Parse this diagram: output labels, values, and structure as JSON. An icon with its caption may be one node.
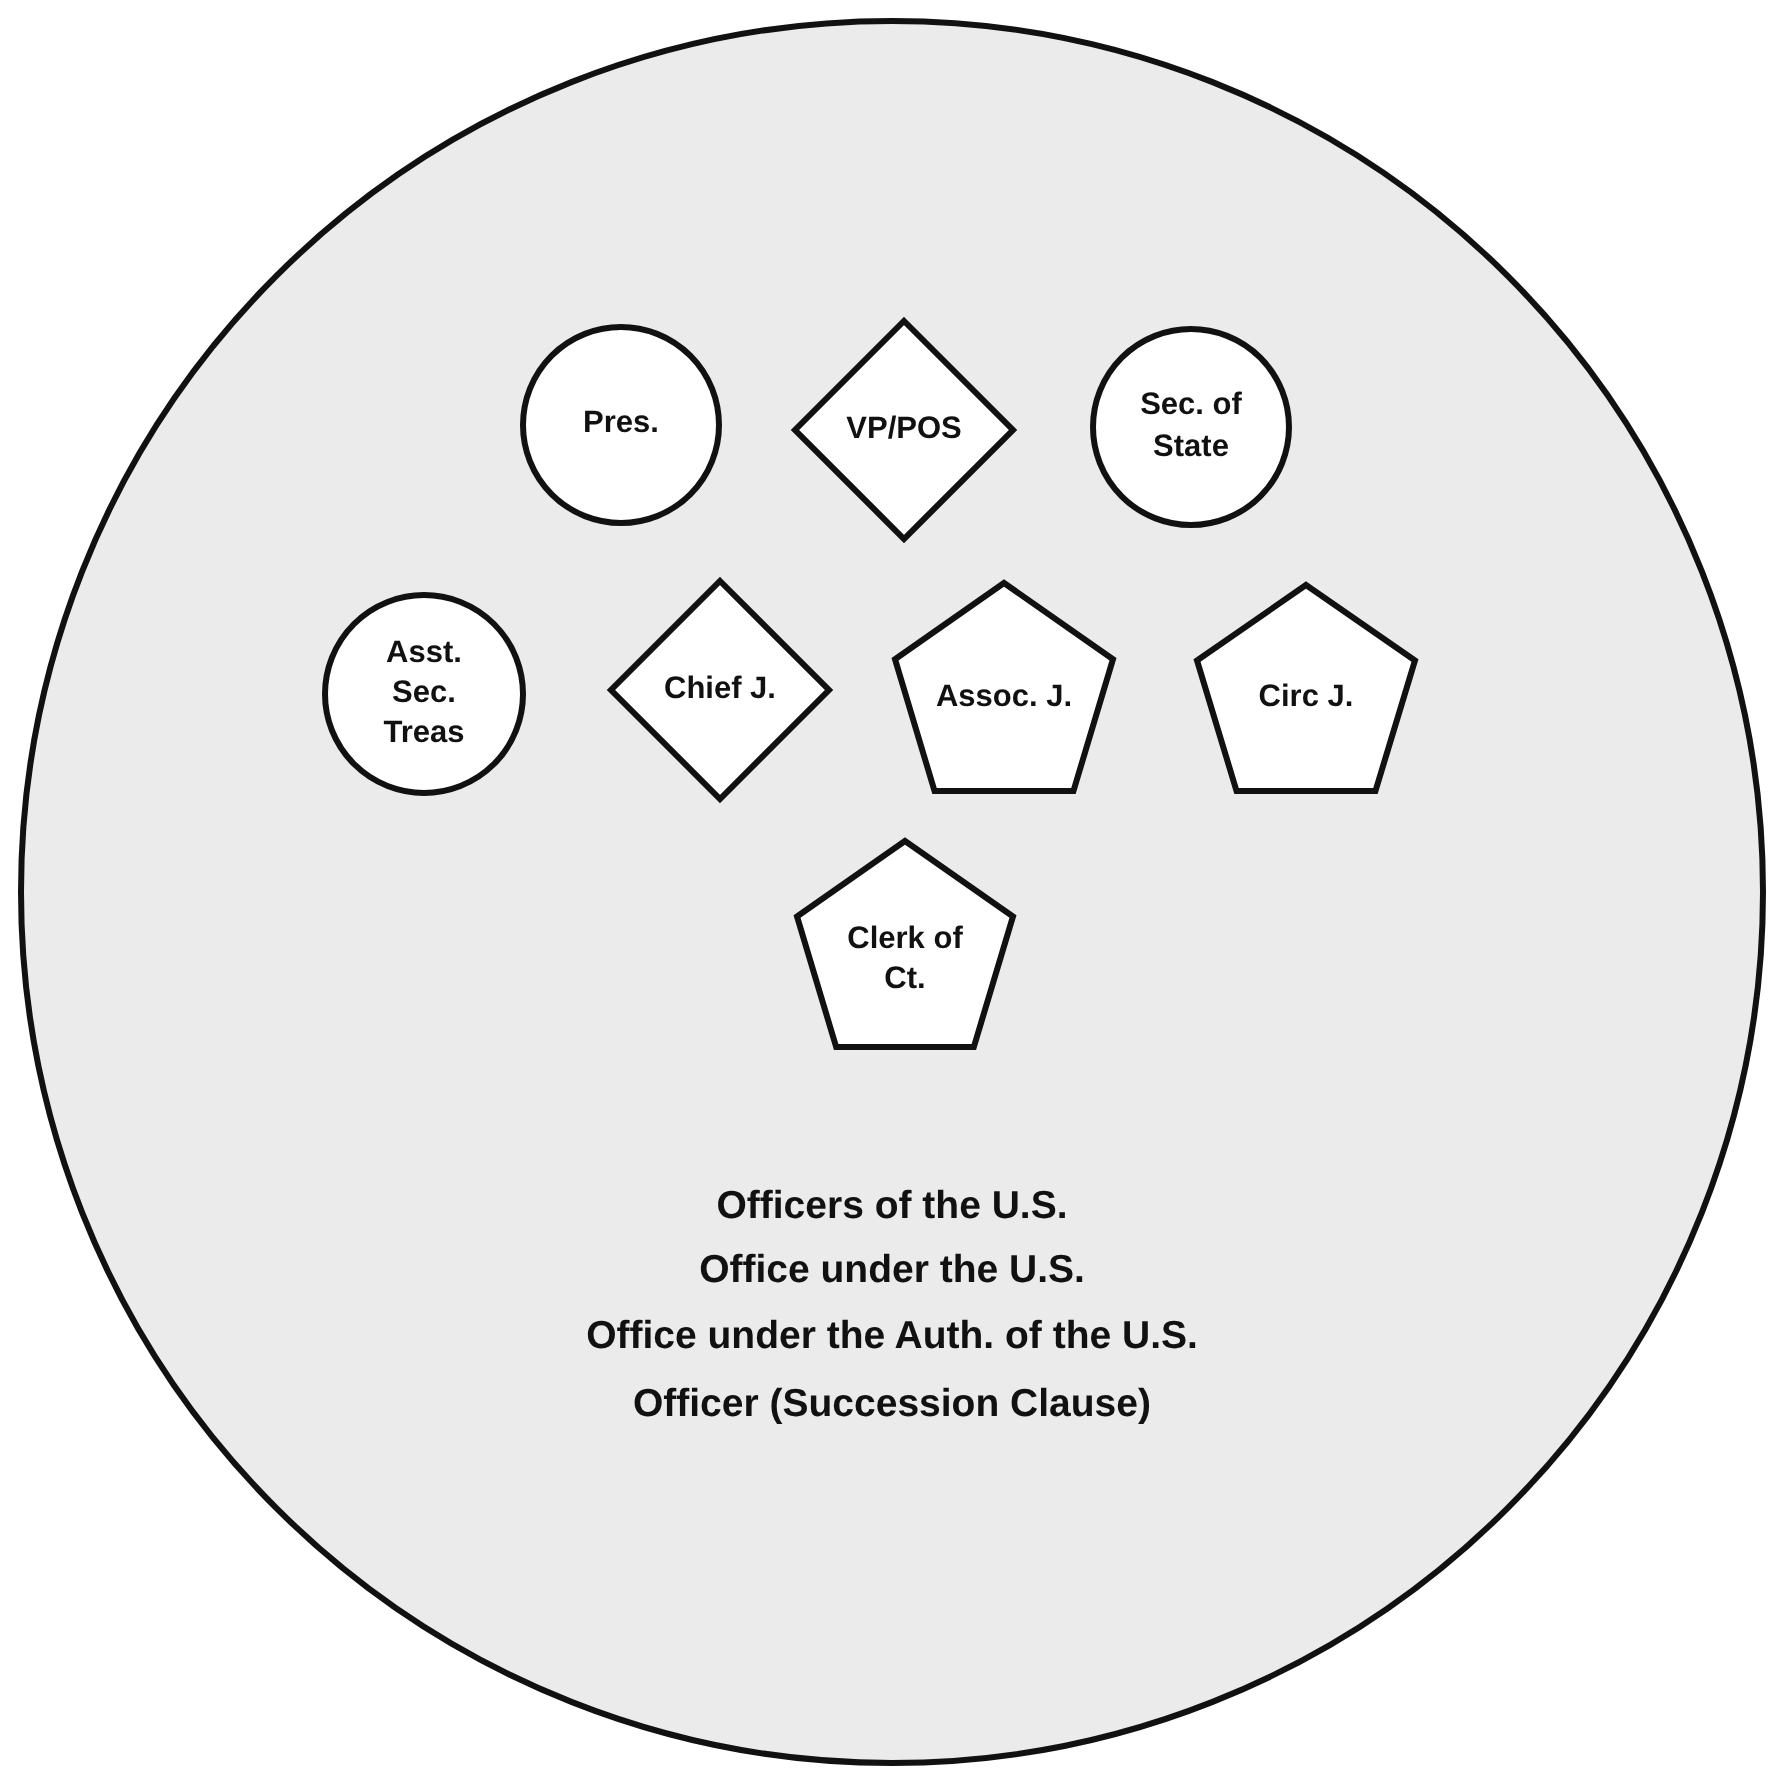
{
  "diagram": {
    "nodes": [
      {
        "text": [
          "Officers of the U.S.",
          "Office under the U.S.",
          "Office under the Auth. of the U.S.",
          "Officer (Succession Clause)"
        ]
      },
      {
        "text": [
          "Pres."
        ],
        "in": 0
      },
      {
        "text": [
          "VP/POS"
        ],
        "in": 0
      },
      {
        "text": [
          "Sec. of State"
        ],
        "in": 0
      },
      {
        "text": [
          "Asst. Sec. Treas"
        ],
        "in": 0
      },
      {
        "text": [
          "Chief J."
        ],
        "in": 0
      },
      {
        "text": [
          "Assoc. J."
        ],
        "in": 0
      },
      {
        "text": [
          "Circ J."
        ],
        "in": 0
      },
      {
        "text": [
          "Clerk of Ct."
        ],
        "in": 0
      }
    ]
  }
}
